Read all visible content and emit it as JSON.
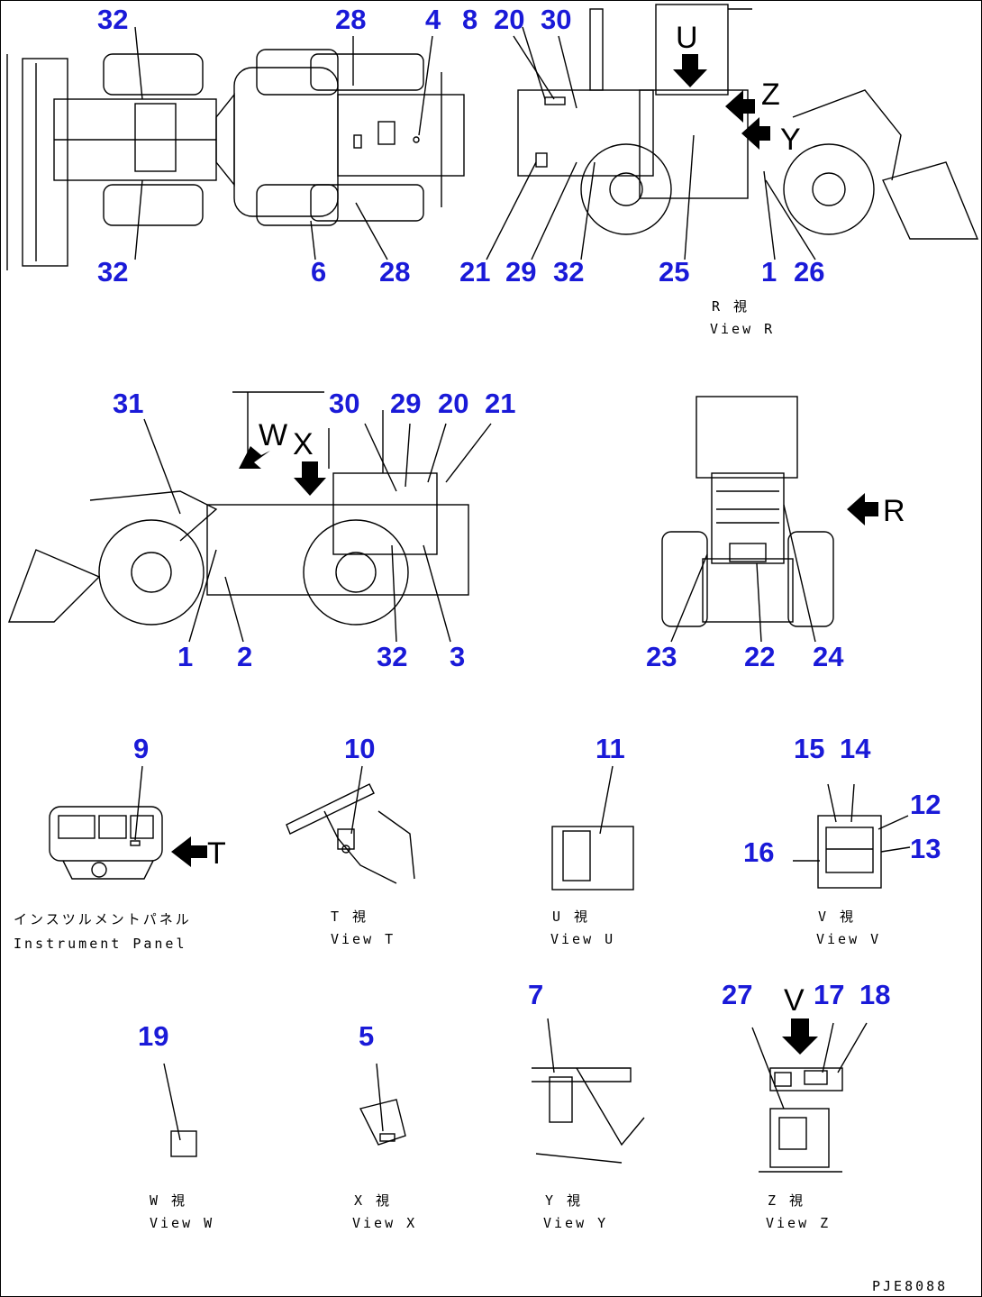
{
  "title_code": "PJE8088",
  "callouts": {
    "top_view": [
      "32",
      "28",
      "4",
      "32",
      "6",
      "28"
    ],
    "view_r": [
      "8",
      "20",
      "30",
      "21",
      "29",
      "32",
      "25",
      "1",
      "26"
    ],
    "left_view": [
      "31",
      "30",
      "29",
      "20",
      "21",
      "1",
      "2",
      "32",
      "3"
    ],
    "rear_view": [
      "23",
      "22",
      "24"
    ],
    "instrument_panel": [
      "9"
    ],
    "view_t": [
      "10"
    ],
    "view_u": [
      "11"
    ],
    "view_v": [
      "15",
      "14",
      "12",
      "13",
      "16"
    ],
    "view_w": [
      "19"
    ],
    "view_x": [
      "5"
    ],
    "view_y": [
      "7"
    ],
    "view_z": [
      "27",
      "17",
      "18"
    ]
  },
  "view_arrows": {
    "u": "U",
    "z": "Z",
    "y": "Y",
    "w": "W",
    "x": "X",
    "r": "R",
    "t": "T",
    "v": "V"
  },
  "captions": {
    "view_r_jp": "R 視",
    "view_r_en": "View R",
    "instrument_jp": "インスツルメントパネル",
    "instrument_en": "Instrument Panel",
    "view_t_jp": "T 視",
    "view_t_en": "View T",
    "view_u_jp": "U 視",
    "view_u_en": "View U",
    "view_v_jp": "V 視",
    "view_v_en": "View V",
    "view_w_jp": "W 視",
    "view_w_en": "View W",
    "view_x_jp": "X 視",
    "view_x_en": "View X",
    "view_y_jp": "Y 視",
    "view_y_en": "View Y",
    "view_z_jp": "Z 視",
    "view_z_en": "View Z"
  }
}
